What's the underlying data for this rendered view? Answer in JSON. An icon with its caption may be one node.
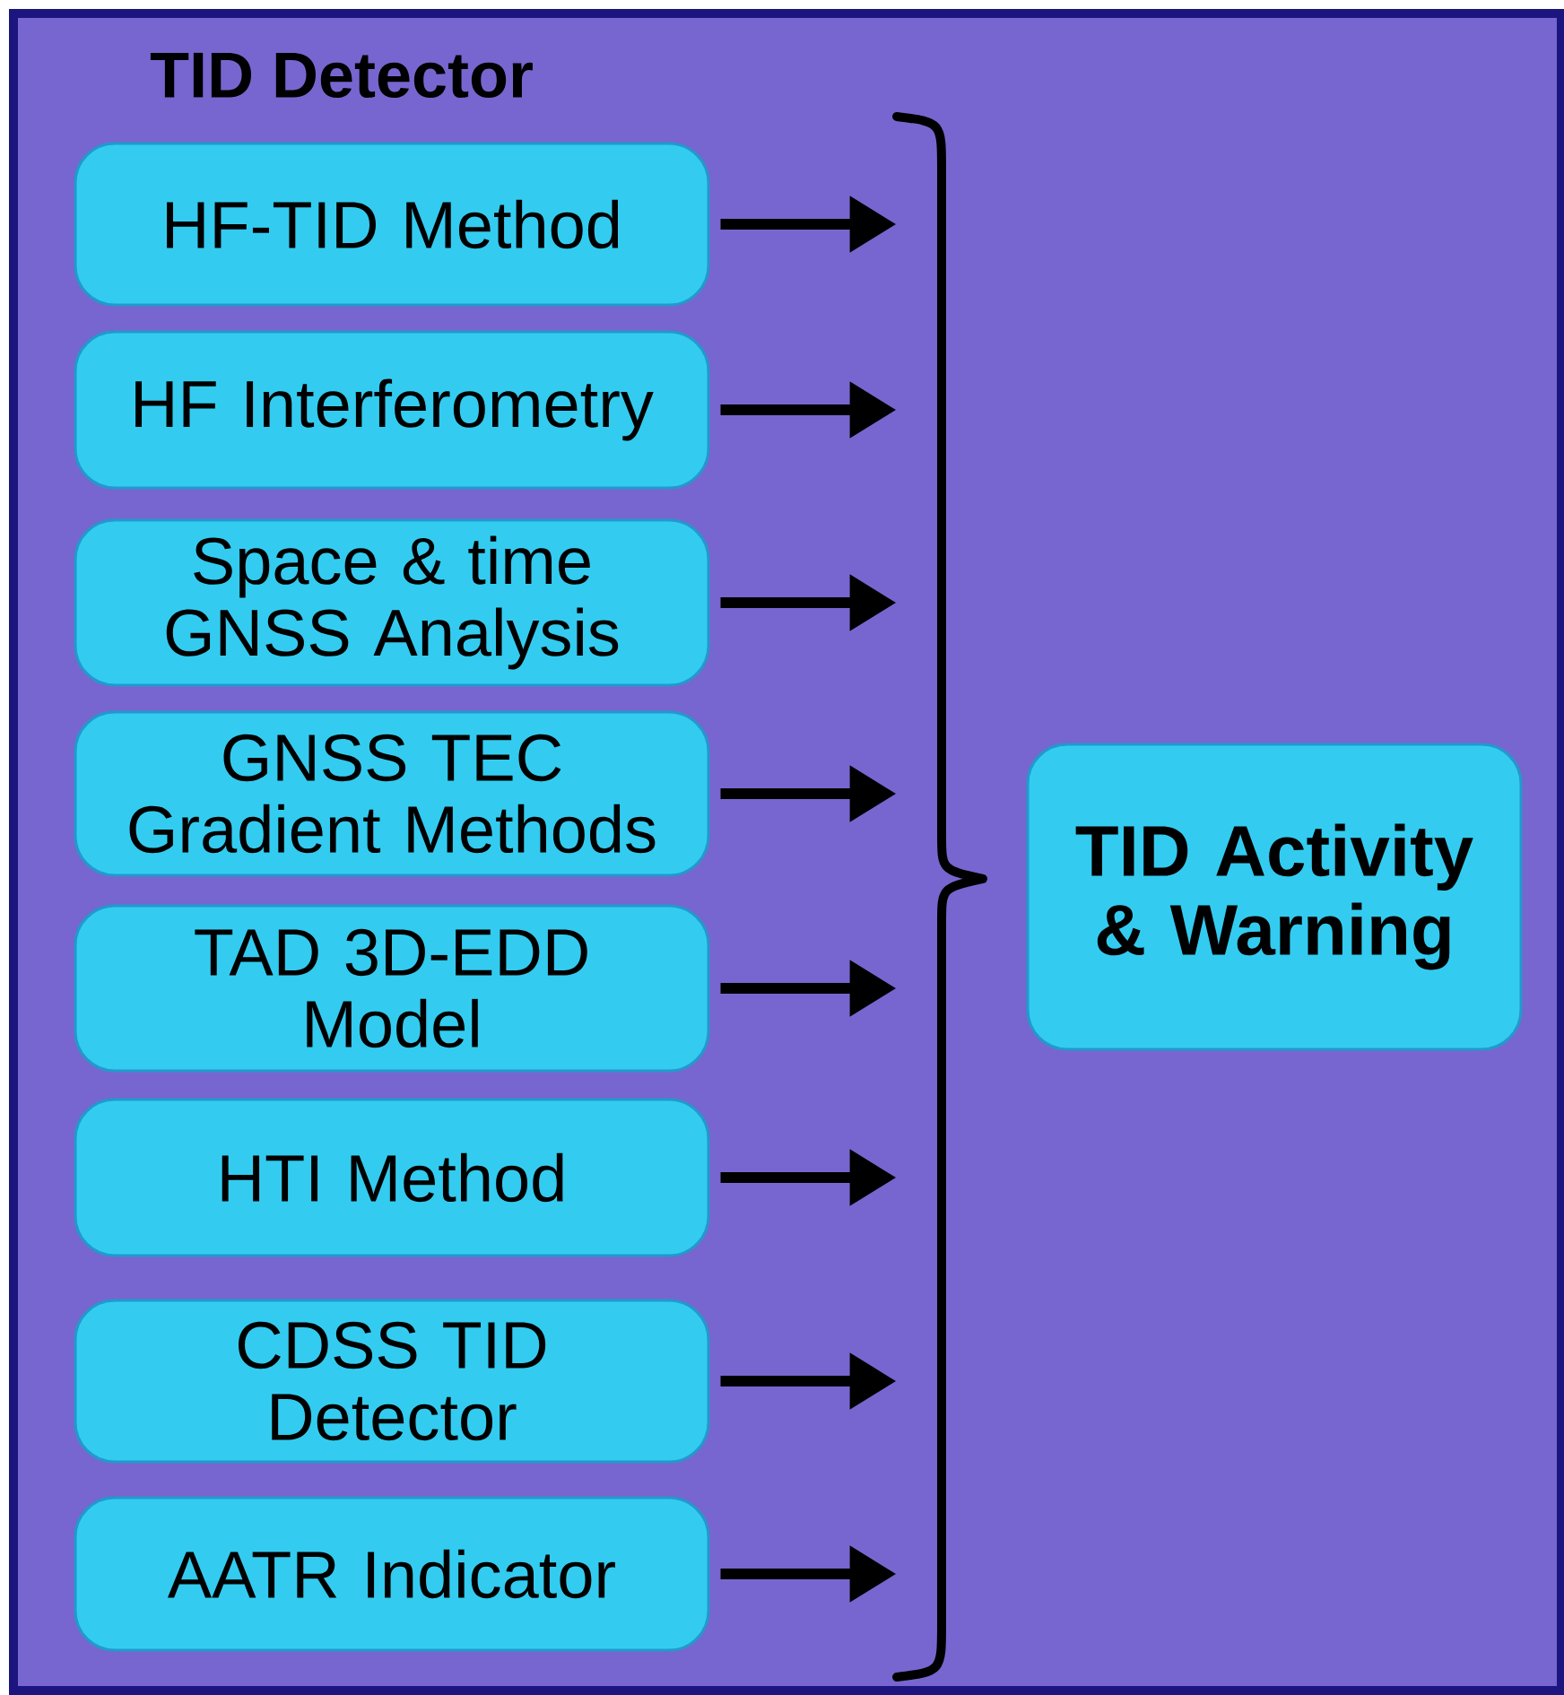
{
  "diagram": {
    "nodes": [
      {
        "text": [
          "TID Detector"
        ]
      },
      {
        "text": [
          "HF-TID Method"
        ],
        "in": 0
      },
      {
        "text": [
          "HF Interferometry"
        ],
        "in": 0
      },
      {
        "text": [
          "Space & time GNSS Analysis"
        ],
        "in": 0
      },
      {
        "text": [
          "GNSS TEC Gradient Methods"
        ],
        "in": 0
      },
      {
        "text": [
          "TAD 3D-EDD Model"
        ],
        "in": 0
      },
      {
        "text": [
          "HTI Method"
        ],
        "in": 0
      },
      {
        "text": [
          "CDSS TID Detector"
        ],
        "in": 0
      },
      {
        "text": [
          "AATR Indicator"
        ],
        "in": 0
      },
      {
        "text": [],
        "shape": "brace",
        "in": 0
      },
      {
        "text": [
          "TID Activity & Warning"
        ],
        "in": 0
      }
    ],
    "edges": [
      {
        "from": 1,
        "to": 9,
        "arrow": "to"
      },
      {
        "from": 2,
        "to": 9,
        "arrow": "to"
      },
      {
        "from": 3,
        "to": 9,
        "arrow": "to"
      },
      {
        "from": 4,
        "to": 9,
        "arrow": "to"
      },
      {
        "from": 5,
        "to": 9,
        "arrow": "to"
      },
      {
        "from": 6,
        "to": 9,
        "arrow": "to"
      },
      {
        "from": 7,
        "to": 9,
        "arrow": "to"
      },
      {
        "from": 8,
        "to": 9,
        "arrow": "to"
      }
    ]
  }
}
